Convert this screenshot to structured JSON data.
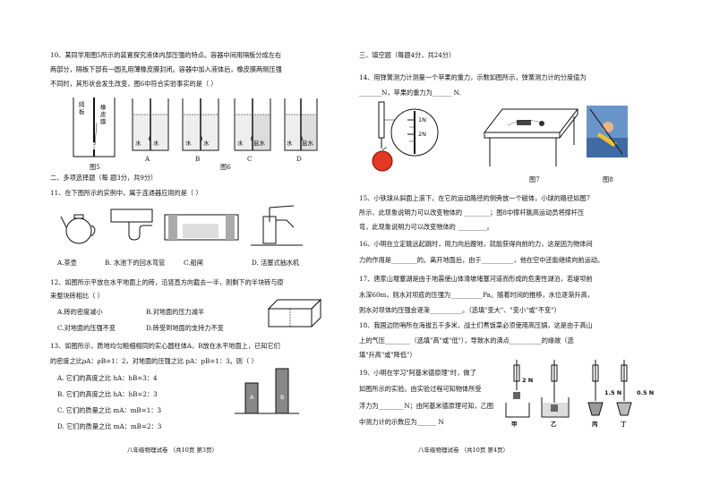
{
  "left": {
    "q10": {
      "line1": "10、某同学用图5所示的装置探究液体内部压强的特点。容器中间用隔板分成左右",
      "line2": "两部分，隔板下部有一圆孔用薄橡皮膜封闭。容器中加入液体后，橡皮膜两侧压强",
      "line3": "不同时，其形状会发生改变，图6中符合实验事实的是（     ）",
      "fig5_labels": [
        "隔板",
        "橡皮膜"
      ],
      "options": [
        "A",
        "B",
        "C",
        "D"
      ],
      "liquids": [
        "水",
        "水",
        "水",
        "水",
        "水",
        "盐水",
        "水",
        "盐水"
      ],
      "fig5": "图5",
      "fig6": "图6"
    },
    "section2": "二、多项选择题（每 题3分，共9分）",
    "q11": {
      "stem": "11、在下图所示的实例中，属于连通器应用的是（          ）",
      "options": [
        "A.茶壶",
        "B. 水池下的回水弯管",
        "C.船闸",
        "D. 活塞式抽水机"
      ]
    },
    "q12": {
      "line1": "12、如图所示平放在水平地面上的砖，沿竖直方向截去一半，则剩下的半块砖与原",
      "line2": "来整块砖相比（     ）",
      "optA": "A.砖的密度减小",
      "optB": "B.对地面的压力减半",
      "optC": "C.对地面的压强不变",
      "optD": "D.砖受到地面的支持力不变"
    },
    "q13": {
      "line1": "13、如图所示，质地均匀粗细相同的实心圆柱体A，B放在水平地面上，已知它们",
      "line2": "的密度之比ρA：ρB=1：2，对地面的压强之比 pA：pB=1：3。则（     ）",
      "options": [
        "A. 它们的高度之比 hA：hB=3：4",
        "B. 它们的高度之比 hA：hB=2：3",
        "C. 它们的质量之比 mA：mB=1：3",
        "D. 它们的质量之比 mA：mB=2：3"
      ],
      "cyl_labels": [
        "A",
        "B"
      ]
    },
    "footer": "八年级物理试卷    （共10页    第3页）"
  },
  "right": {
    "section3": "三、填空题（每题4分，共24分）",
    "q14": {
      "line1": "14、用弹簧测力计测量一个苹果的重力，示数如图所示，弹簧测力计的分度值为",
      "line2": "_______N，苹果的重力为______ N.",
      "scale_labels": [
        "1N",
        "2N"
      ]
    },
    "fig7": "图7",
    "fig8": "图8",
    "q15": {
      "line1": "15、小铁球从斜面上滚下，在它的运动路径的侧旁放一个磁体，小球的路径如图7",
      "line2": "所示，此现象说明力可以改变物体的 ________；图8中撑杆跳高运动员将撑杆压",
      "line3": "弯，此现象说明力可以改变物体的 _________。"
    },
    "q16": {
      "line1": "16、小明在立定跳远起跳时，用力向后蹬地，就能获得向前的力，这是因为物体间",
      "line2": "力的作用是________的。离开地面后，由于__________，他在空中还能继续向前运动。"
    },
    "q17": {
      "line1": "17、唐家山堰塞湖是由于地震使山体滑坡堵塞河道而形成的危害性湖泊，若堤坝前",
      "line2": "水深60m，则水对坝底的压强为__________Pa。随着时间的推移，水位逐渐升高，",
      "line3": "则水对坝体的压强会逐渐__________。（选填\"变大\"、\"变小\"或\"不变\"）"
    },
    "q18": {
      "line1": "18、我国边防哨所在海拔五千多米，战士们煮饭菜必须使用高压锅，这是由于高山",
      "line2": "上的气压________（选填\"高\"或\"低\"），导致水的沸点__________的缘故（选",
      "line3": "填\"升高\"或\"降低\"）"
    },
    "q19": {
      "line1": "19、小明在学习\"阿基米德原理\"时，做了",
      "line2": "如图所示的实验。由实验过程可知物体所受",
      "line3": "浮力为________N；由阿基米德原理可知，乙图",
      "line4": "中测力计的示数应为______ N",
      "readings": [
        "2 N",
        "1.5 N",
        "0.5 N"
      ],
      "labels": [
        "甲",
        "乙",
        "丙",
        "丁"
      ]
    },
    "footer": "八年级物理试卷    （共10页    第4页）"
  }
}
